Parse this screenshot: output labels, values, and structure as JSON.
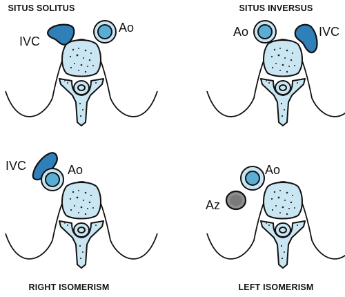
{
  "panels": {
    "situs_solitus": {
      "title": "SITUS SOLITUS",
      "ivc": "IVC",
      "ao": "Ao"
    },
    "situs_inversus": {
      "title": "SITUS INVERSUS",
      "ao": "Ao",
      "ivc": "IVC"
    },
    "right_isomerism": {
      "title": "RIGHT ISOMERISM",
      "ivc": "IVC",
      "ao": "Ao"
    },
    "left_isomerism": {
      "title": "LEFT ISOMERISM",
      "ao": "Ao",
      "az": "Az"
    }
  },
  "colors": {
    "bone_fill": "#c9e6f2",
    "vessel_blue": "#5aaed6",
    "ivc_dark": "#2f7fb8",
    "azygos_gray": "#8e8e8e",
    "outline": "#111111"
  }
}
